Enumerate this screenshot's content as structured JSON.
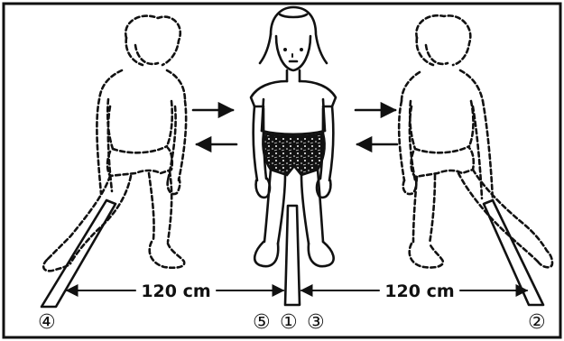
{
  "measurements": {
    "left_distance": "120 cm",
    "right_distance": "120 cm"
  },
  "position_markers": {
    "left": "④",
    "center": [
      "⑤",
      "①",
      "③"
    ],
    "right": "②"
  }
}
